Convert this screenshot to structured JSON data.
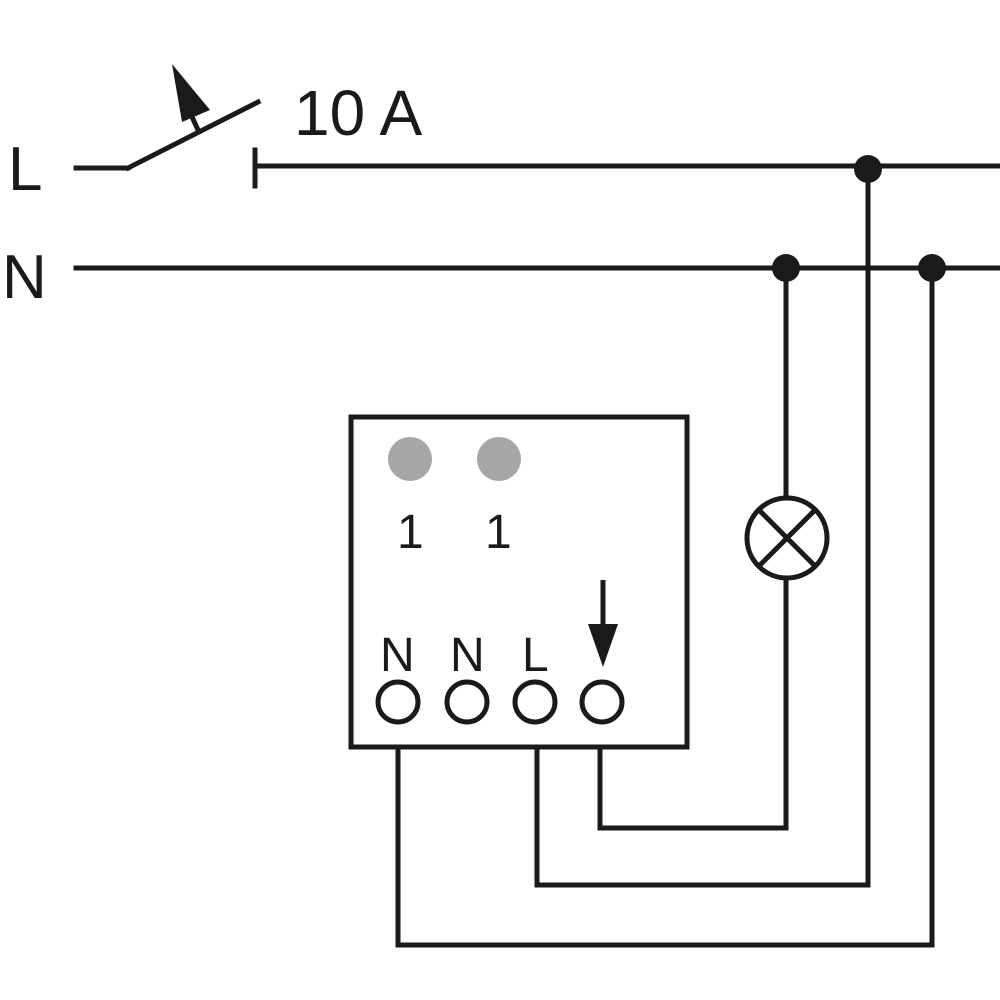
{
  "lines": {
    "live_label": "L",
    "neutral_label": "N"
  },
  "fuse": {
    "rating": "10 A"
  },
  "device": {
    "channel_labels": [
      "1",
      "1"
    ],
    "terminals": [
      "N",
      "N",
      "L"
    ],
    "led_color": "#a6a6a6"
  },
  "colors": {
    "wire": "#1a1a1a",
    "background": "#ffffff"
  },
  "icons": {
    "switch": "breaker-switch-icon",
    "lamp": "lamp-icon",
    "output_arrow": "arrow-down-icon"
  }
}
